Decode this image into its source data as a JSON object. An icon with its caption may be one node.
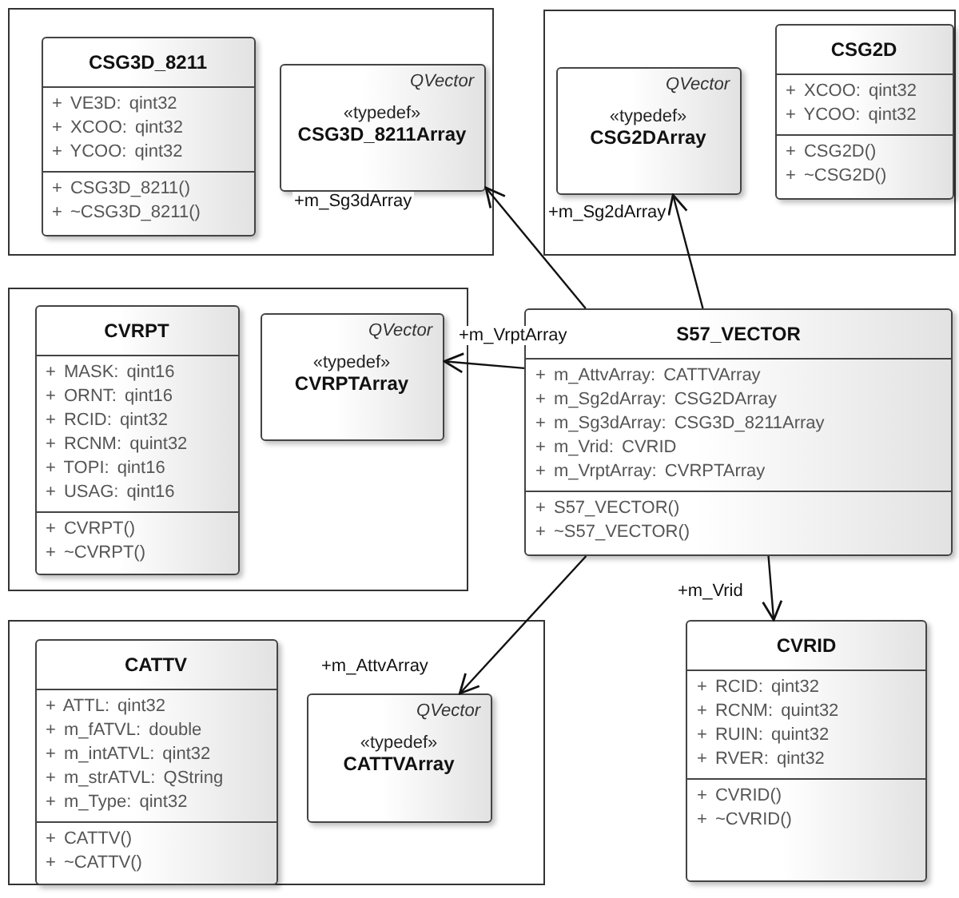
{
  "diagram": {
    "nodes": [
      {
        "text": [],
        "shape": "box"
      },
      {
        "text": [
          "CSG3D_8211",
          "+ VE3D: qint32",
          "+ XCOO: qint32",
          "+ YCOO: qint32",
          "+ CSG3D_8211()",
          "+ ~CSG3D_8211()"
        ],
        "in": 0
      },
      {
        "text": [
          "QVector",
          "«typedef»",
          "CSG3D_8211Array"
        ],
        "in": 0
      },
      {
        "text": [],
        "shape": "box"
      },
      {
        "text": [
          "QVector",
          "«typedef»",
          "CSG2DArray"
        ],
        "in": 3
      },
      {
        "text": [
          "CSG2D",
          "+ XCOO: qint32",
          "+ YCOO: qint32",
          "+ CSG2D()",
          "+ ~CSG2D()"
        ],
        "in": 3
      },
      {
        "text": [],
        "shape": "box"
      },
      {
        "text": [
          "CVRPT",
          "+ MASK: qint16",
          "+ ORNT: qint16",
          "+ RCID: qint32",
          "+ RCNM: quint32",
          "+ TOPI: qint16",
          "+ USAG: qint16",
          "+ CVRPT()",
          "+ ~CVRPT()"
        ],
        "in": 6
      },
      {
        "text": [
          "QVector",
          "«typedef»",
          "CVRPTArray"
        ],
        "in": 6
      },
      {
        "text": [
          "S57_VECTOR",
          "+ m_AttvArray: CATTVArray",
          "+ m_Sg2dArray: CSG2DArray",
          "+ m_Sg3dArray: CSG3D_8211Array",
          "+ m_Vrid: CVRID",
          "+ m_VrptArray: CVRPTArray",
          "+ S57_VECTOR()",
          "+ ~S57_VECTOR()"
        ]
      },
      {
        "text": [],
        "shape": "box"
      },
      {
        "text": [
          "CATTV",
          "+ ATTL: qint32",
          "+ m_fATVL: double",
          "+ m_intATVL: qint32",
          "+ m_strATVL: QString",
          "+ m_Type: qint32",
          "+ CATTV()",
          "+ ~CATTV()"
        ],
        "in": 10
      },
      {
        "text": [
          "QVector",
          "«typedef»",
          "CATTVArray"
        ],
        "in": 10
      },
      {
        "text": [
          "CVRID",
          "+ RCID: qint32",
          "+ RCNM: quint32",
          "+ RUIN: quint32",
          "+ RVER: qint32",
          "+ CVRID()",
          "+ ~CVRID()"
        ]
      }
    ],
    "edges": [
      {
        "from": 9,
        "to": 2,
        "arrow": "to",
        "label": "+m_Sg3dArray"
      },
      {
        "from": 9,
        "to": 4,
        "arrow": "to",
        "label": "+m_Sg2dArray"
      },
      {
        "from": 9,
        "to": 8,
        "arrow": "to",
        "label": "+m_VrptArray"
      },
      {
        "from": 9,
        "to": 13,
        "arrow": "to",
        "label": "+m_Vrid"
      },
      {
        "from": 9,
        "to": 12,
        "arrow": "to",
        "label": "+m_AttvArray"
      }
    ]
  }
}
